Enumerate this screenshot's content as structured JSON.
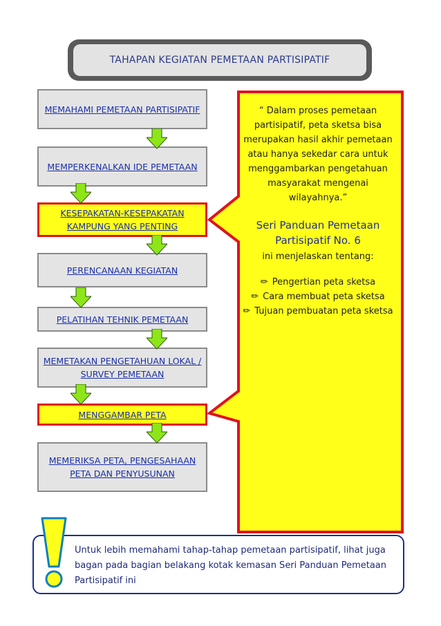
{
  "title": "TAHAPAN KEGIATAN PEMETAAN PARTISIPATIF",
  "steps": [
    {
      "label": "MEMAHAMI PEMETAAN PARTISIPATIF"
    },
    {
      "label": "MEMPERKENALKAN IDE PEMETAAN"
    },
    {
      "label": "KESEPAKATAN-KESEPAKATAN KAMPUNG YANG PENTING"
    },
    {
      "label": "PERENCANAAN KEGIATAN"
    },
    {
      "label": "PELATIHAN TEHNIK PEMETAAN"
    },
    {
      "label": "MEMETAKAN PENGETAHUAN LOKAL / SURVEY PEMETAAN"
    },
    {
      "label": "MENGGAMBAR PETA"
    },
    {
      "label": "MEMERIKSA PETA, PENGESAHAAN PETA DAN PENYUSUNAN"
    }
  ],
  "callout": {
    "quote": "“ Dalam proses pemetaan partisipatif, peta sketsa bisa merupakan hasil akhir pemetaan atau hanya sekedar cara untuk menggambarkan pengetahuan masyarakat mengenai wilayahnya.”",
    "series": "Seri Panduan Pemetaan Partisipatif No. 6",
    "explain": "ini menjelaskan tentang:",
    "bullets": [
      "Pengertian peta sketsa",
      "Cara membuat peta sketsa",
      "Tujuan pembuatan peta sketsa"
    ]
  },
  "note": "Untuk lebih memahami tahap-tahap pemetaan partisipatif, lihat juga bagan pada bagian belakang kotak kemasan Seri Panduan Pemetaan Partisipatif ini",
  "colors": {
    "step_fill": "#e4e4e4",
    "highlight_fill": "#ffff1a",
    "highlight_border": "#e0131b",
    "arrow_green": "#8ee619",
    "text_blue": "#1a2fa8"
  }
}
